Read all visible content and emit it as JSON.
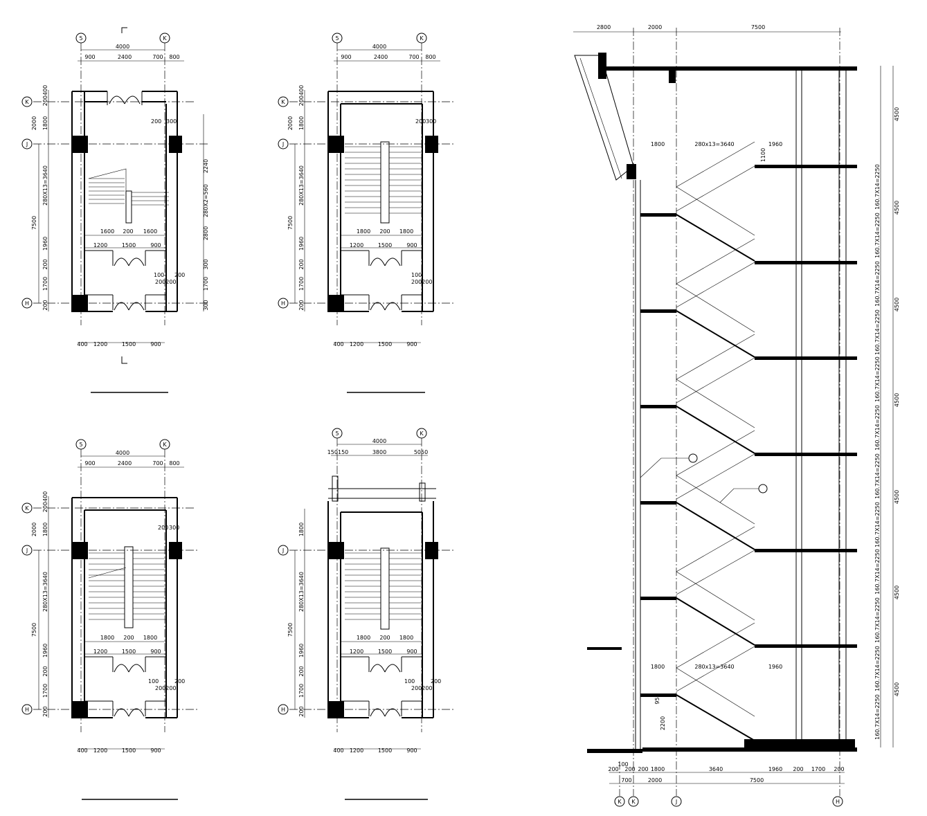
{
  "plans": [
    {
      "id": "plan-top-left",
      "grid_top": [
        "5",
        "K"
      ],
      "grid_left": [
        "K",
        "J",
        "H"
      ],
      "top_total": "4000",
      "top_parts": [
        "900",
        "2400",
        "700",
        "800"
      ],
      "left_dims": [
        "200400",
        "2000",
        "1800",
        "280X13=3640",
        "7500",
        "1960",
        "200",
        "1700",
        "200"
      ],
      "right_dims": [
        "200",
        "300",
        "2240",
        "280X2=560",
        "2800",
        "300",
        "1700",
        "300"
      ],
      "inner_row1": [
        "1600",
        "200",
        "1600"
      ],
      "inner_row2": [
        "1200",
        "1500",
        "900"
      ],
      "door_small": [
        "100",
        "200200",
        "200"
      ],
      "bottom_dims": [
        "400",
        "1200",
        "1500",
        "900"
      ]
    },
    {
      "id": "plan-top-middle",
      "grid_top": [
        "5",
        "K"
      ],
      "grid_left": [
        "K",
        "J",
        "H"
      ],
      "top_total": "4000",
      "top_parts": [
        "900",
        "2400",
        "700",
        "800"
      ],
      "left_dims": [
        "200400",
        "2000",
        "1800",
        "280X13=3640",
        "7500",
        "1960",
        "200",
        "1700",
        "200"
      ],
      "right_dims": [
        "200",
        "300"
      ],
      "inner_row1": [
        "1800",
        "200",
        "1800"
      ],
      "inner_row2": [
        "1200",
        "1500",
        "900"
      ],
      "door_small": [
        "100",
        "200200"
      ],
      "bottom_dims": [
        "400",
        "1200",
        "1500",
        "900"
      ]
    },
    {
      "id": "plan-bottom-left",
      "grid_top": [
        "5",
        "K"
      ],
      "grid_left": [
        "K",
        "J",
        "H"
      ],
      "top_total": "4000",
      "top_parts": [
        "900",
        "2400",
        "700",
        "800"
      ],
      "left_dims": [
        "200400",
        "2000",
        "1800",
        "280X13=3640",
        "7500",
        "1960",
        "200",
        "1700",
        "200"
      ],
      "right_dims": [
        "200",
        "300"
      ],
      "inner_row1": [
        "1800",
        "200",
        "1800"
      ],
      "inner_row2": [
        "1200",
        "1500",
        "900"
      ],
      "door_small": [
        "100",
        "200200",
        "200"
      ],
      "bottom_dims": [
        "400",
        "1200",
        "1500",
        "900"
      ]
    },
    {
      "id": "plan-bottom-middle",
      "grid_top": [
        "5",
        "K"
      ],
      "grid_left": [
        "J",
        "H"
      ],
      "top_total": "4000",
      "top_parts": [
        "150150",
        "3800",
        "5050"
      ],
      "left_dims": [
        "1800",
        "280X13=3640",
        "7500",
        "1960",
        "200",
        "1700",
        "200"
      ],
      "right_dims": [],
      "inner_row1": [
        "1800",
        "200",
        "1800"
      ],
      "inner_row2": [
        "1200",
        "1500",
        "900"
      ],
      "door_small": [
        "100",
        "200200",
        "200"
      ],
      "bottom_dims": [
        "400",
        "1200",
        "1500",
        "900"
      ]
    }
  ],
  "section": {
    "top_dims": [
      "2800",
      "2000",
      "7500"
    ],
    "stair_dims_upper": [
      "1800",
      "280x13=3640",
      "1960",
      "1100"
    ],
    "stair_dims_lower": [
      "1800",
      "280x13=3640",
      "1960"
    ],
    "right_flight": "160.7X14=2250",
    "right_floor": "4500",
    "top_floor": "4500",
    "door_height": "2200",
    "small_dim": "950",
    "bottom_row1": [
      "200",
      "100",
      "200",
      "200",
      "1800",
      "3640",
      "1960",
      "200",
      "1700",
      "200"
    ],
    "bottom_row2": [
      "700",
      "2000",
      "7500"
    ],
    "grid_bottom": [
      "K",
      "K",
      "J",
      "H"
    ]
  }
}
